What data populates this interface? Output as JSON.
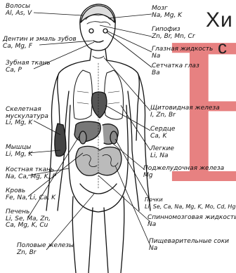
{
  "heading": {
    "line1": "Хи",
    "line2": "с"
  },
  "background_letter": "Б",
  "labels": {
    "hair": "Волосы\nAl, As, V",
    "dentin": "Дентин и эмаль зубов\nCa, Mg, F",
    "dental_tissue": "Зубная ткань\nCa, P",
    "skeletal_muscle": "Скелетная\nмускулатура\nLi, Mg, K",
    "muscles": "Мышцы\nLi, Mg, K",
    "bone_tissue": "Костная ткань\nNa, Ca, Mg, K, P",
    "blood": "Кровь\nFe, Na, Li, Ca, K",
    "liver": "Печень\nLi, Se, Ma, Zn,\nCa, Mg, K, Cu",
    "gonads": "Половые железы\nZn, Br",
    "brain": "Мозг\nNa, Mg, K",
    "pituitary": "Гипофиз\nZn, Br, Mn, Cr",
    "ocular_fluid": "Глазная жидкость\nNa",
    "retina": "Сетчатка глаз\nBa",
    "thyroid": "Щитовидная железа\nI, Zn, Br",
    "heart": "Сердце\nCa, K",
    "lungs": "Легкие\nLi, Na",
    "pancreas": "Поджелудочная железа\nMg",
    "kidneys": "Почки\nLi, Se, Ca, Na, Mg, K, Mo, Cd, Hg",
    "csf": "Спинномозговая жидкость\nNa",
    "digestive": "Пищеварительные соки\nNa"
  }
}
